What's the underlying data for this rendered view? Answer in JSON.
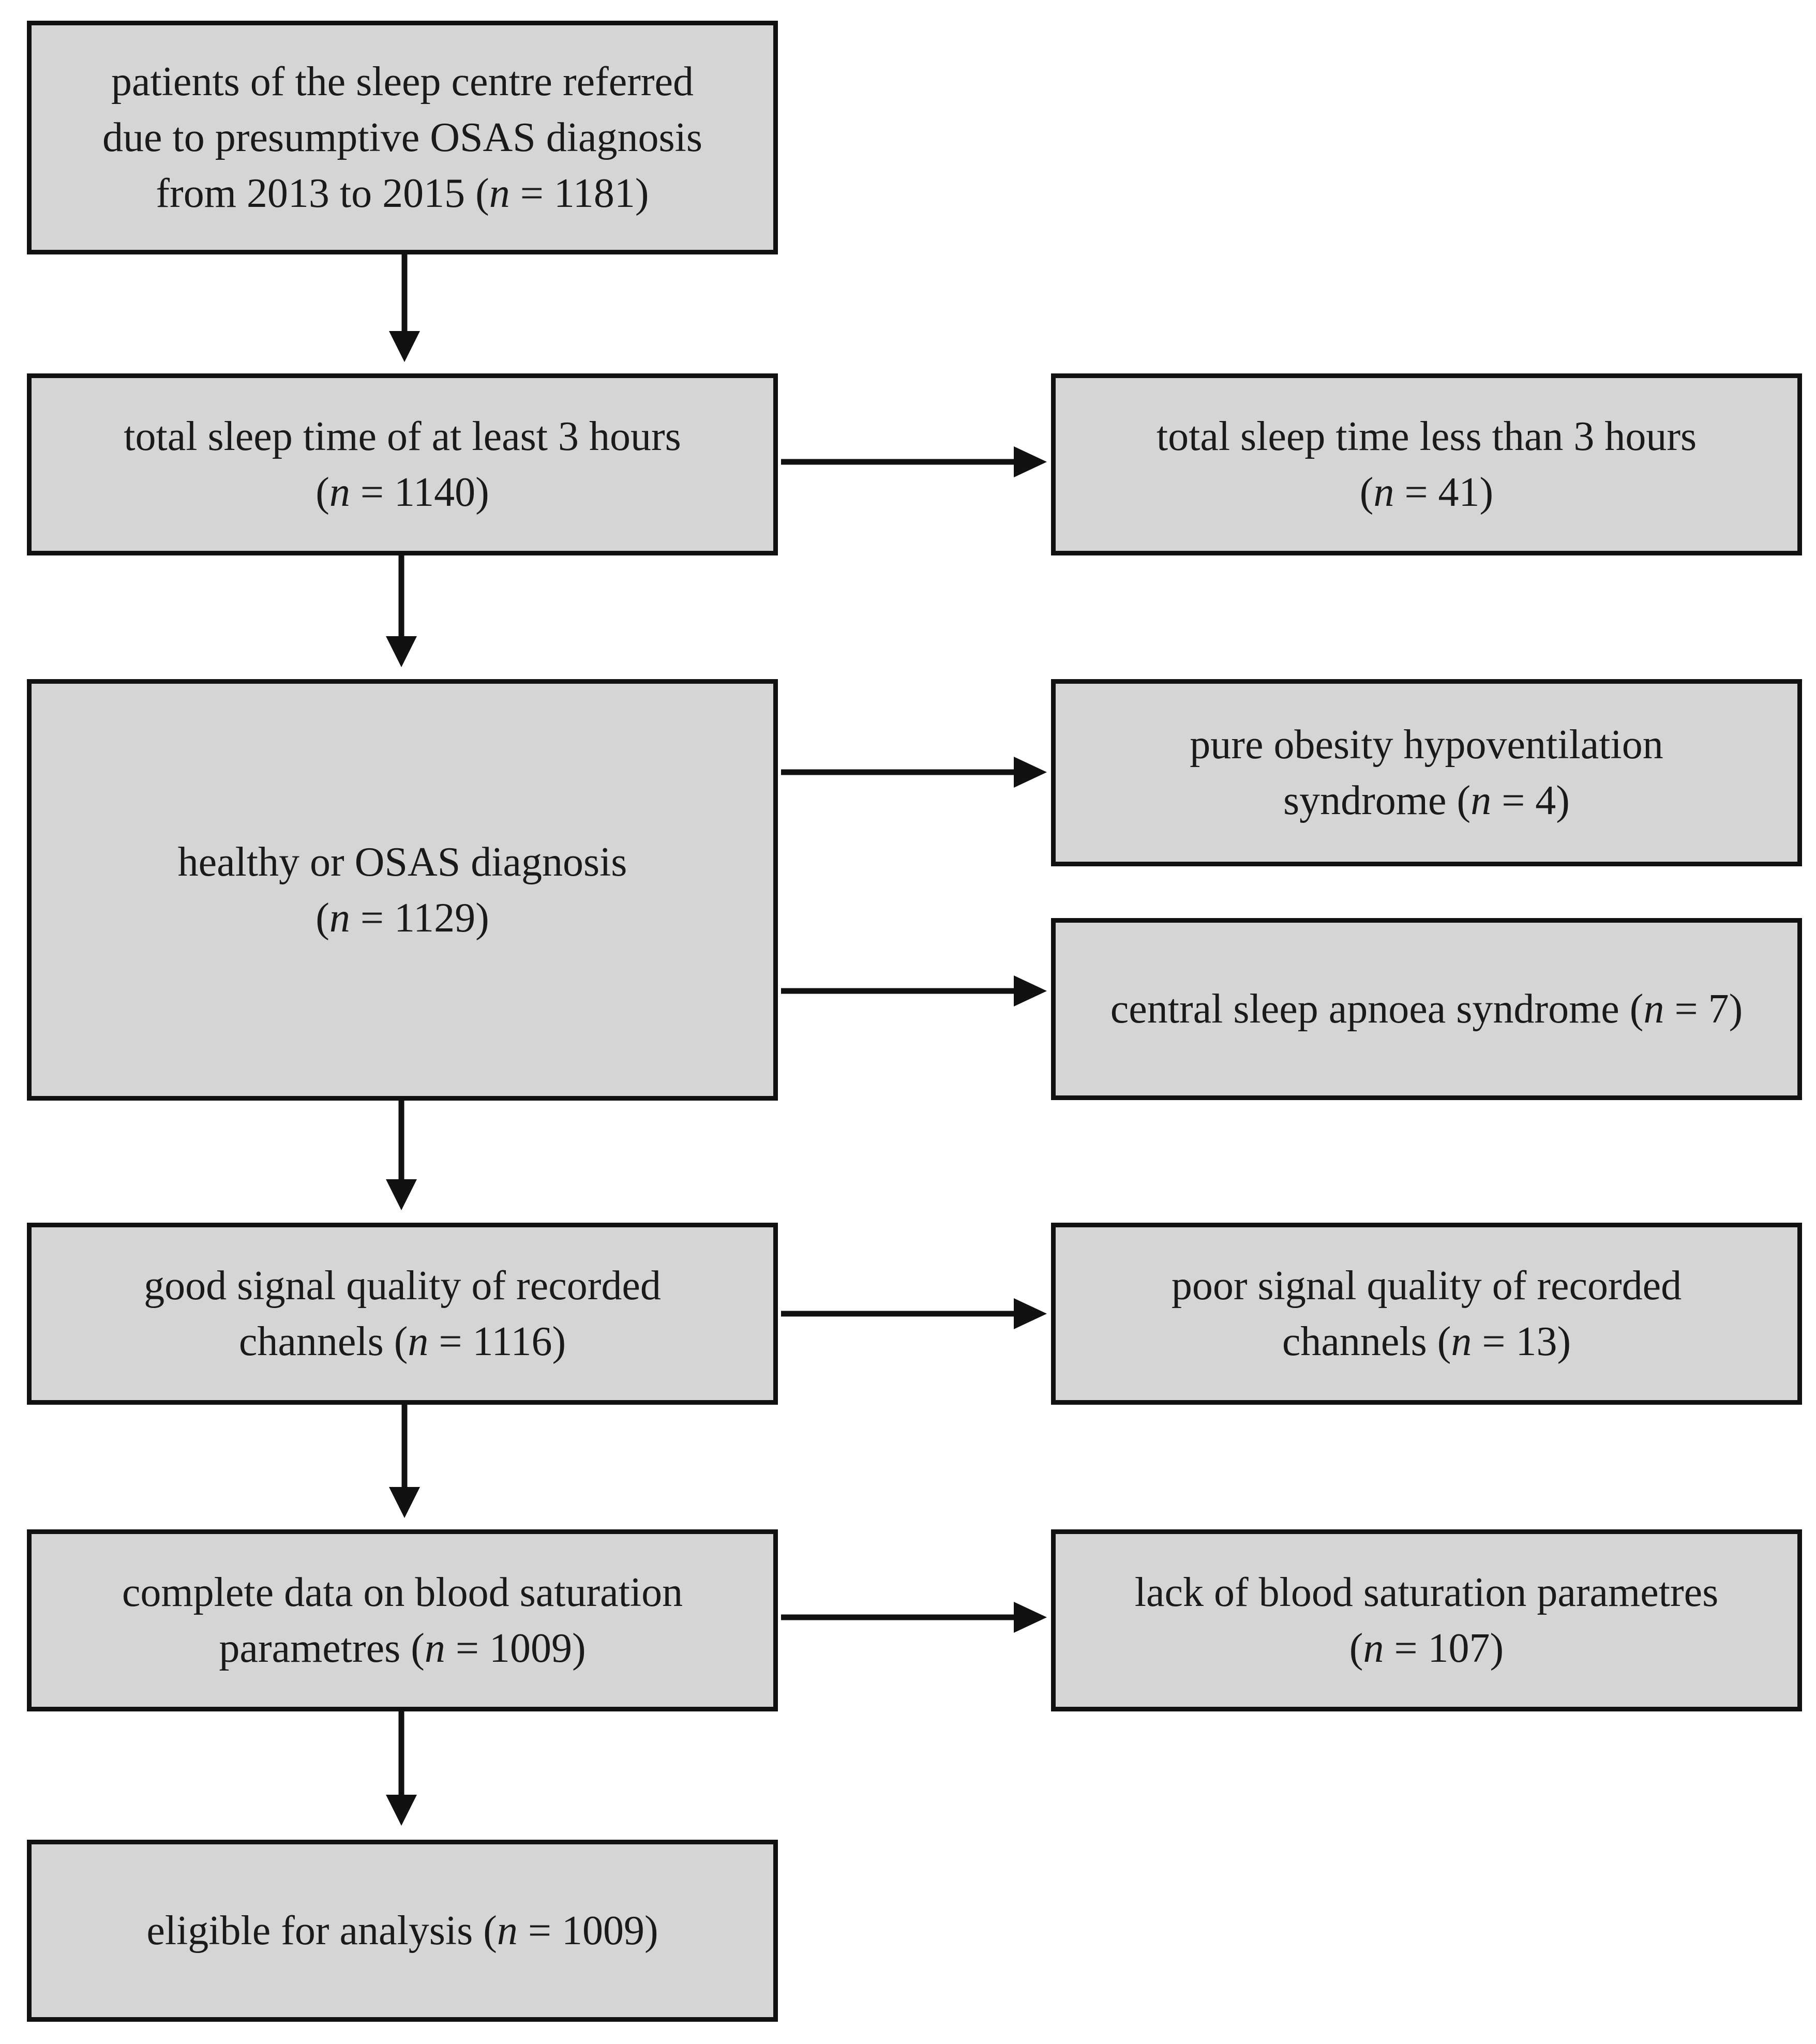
{
  "flowchart": {
    "referred": {
      "line1": "patients of the sleep centre referred",
      "line2": "due to presumptive OSAS diagnosis",
      "line3_prefix": "from 2013 to 2015 (",
      "n_symbol": "n",
      "line3_suffix": " = 1181)"
    },
    "tst_at_least_3h": {
      "line1": "total sleep time of at least 3 hours",
      "line2_prefix": "(",
      "n_symbol": "n",
      "line2_suffix": " = 1140)"
    },
    "healthy_or_osas": {
      "line1": "healthy or OSAS diagnosis",
      "line2_prefix": "(",
      "n_symbol": "n",
      "line2_suffix": " = 1129)"
    },
    "good_signal": {
      "line1": "good signal quality of recorded",
      "line2_prefix": "channels (",
      "n_symbol": "n",
      "line2_suffix": " = 1116)"
    },
    "complete_data": {
      "line1": "complete data on blood saturation",
      "line2_prefix": "parametres (",
      "n_symbol": "n",
      "line2_suffix": " = 1009)"
    },
    "eligible": {
      "line1_prefix": "eligible for analysis (",
      "n_symbol": "n",
      "line1_suffix": " = 1009)"
    },
    "tst_less_3h": {
      "line1": "total sleep time less than 3 hours",
      "line2_prefix": "(",
      "n_symbol": "n",
      "line2_suffix": " = 41)"
    },
    "pure_ohs": {
      "line1": "pure obesity hypoventilation",
      "line2_prefix": "syndrome (",
      "n_symbol": "n",
      "line2_suffix": " = 4)"
    },
    "central_apnoea": {
      "line1_prefix": "central sleep apnoea syndrome (",
      "n_symbol": "n",
      "line1_suffix": " = 7)"
    },
    "poor_signal": {
      "line1": "poor signal quality of recorded",
      "line2_prefix": "channels (",
      "n_symbol": "n",
      "line2_suffix": " = 13)"
    },
    "lack_saturation": {
      "line1": "lack of blood saturation parametres",
      "line2_prefix": "(",
      "n_symbol": "n",
      "line2_suffix": " = 107)"
    }
  },
  "colors": {
    "box_fill": "#d6d5d6",
    "border": "#111111",
    "arrow": "#111111"
  }
}
